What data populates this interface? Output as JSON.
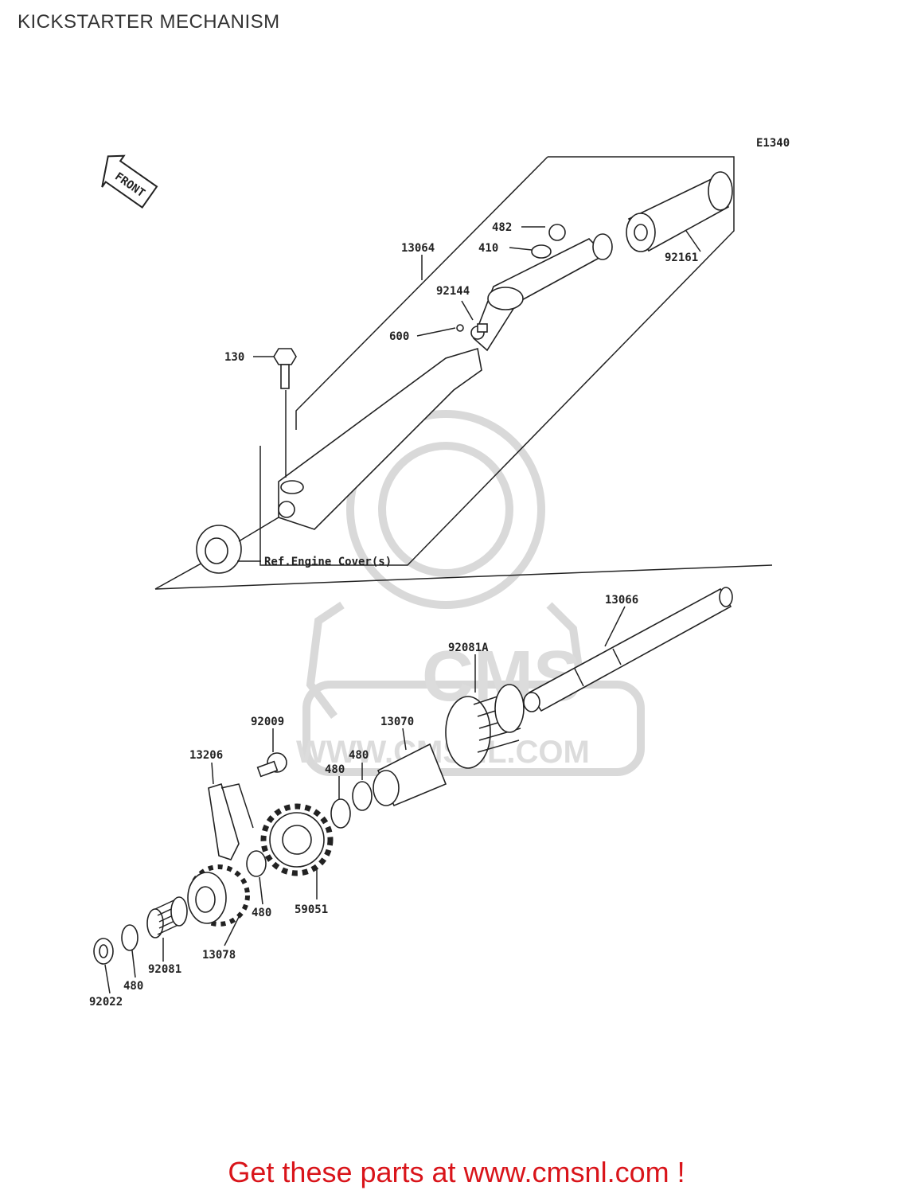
{
  "title": "KICKSTARTER MECHANISM",
  "diagram_code": "E1340",
  "front_label": "FRONT",
  "reference_note": "Ref.Engine Cover(s)",
  "watermark": {
    "text": "CMS",
    "url": "WWW.CMSNL.COM"
  },
  "parts": {
    "p13064": "13064",
    "p482": "482",
    "p410": "410",
    "p92161": "92161",
    "p92144": "92144",
    "p600": "600",
    "p130": "130",
    "p13066": "13066",
    "p92081A": "92081A",
    "p92009": "92009",
    "p13070": "13070",
    "p480a": "480",
    "p480b": "480",
    "p13206": "13206",
    "p59051": "59051",
    "p480c": "480",
    "p13078": "13078",
    "p92081": "92081",
    "p480d": "480",
    "p92022": "92022"
  },
  "footer": "Get these parts at www.cmsnl.com !",
  "colors": {
    "footer": "#d9141a",
    "lines": "#222222",
    "watermark": "#d9d9d9"
  }
}
